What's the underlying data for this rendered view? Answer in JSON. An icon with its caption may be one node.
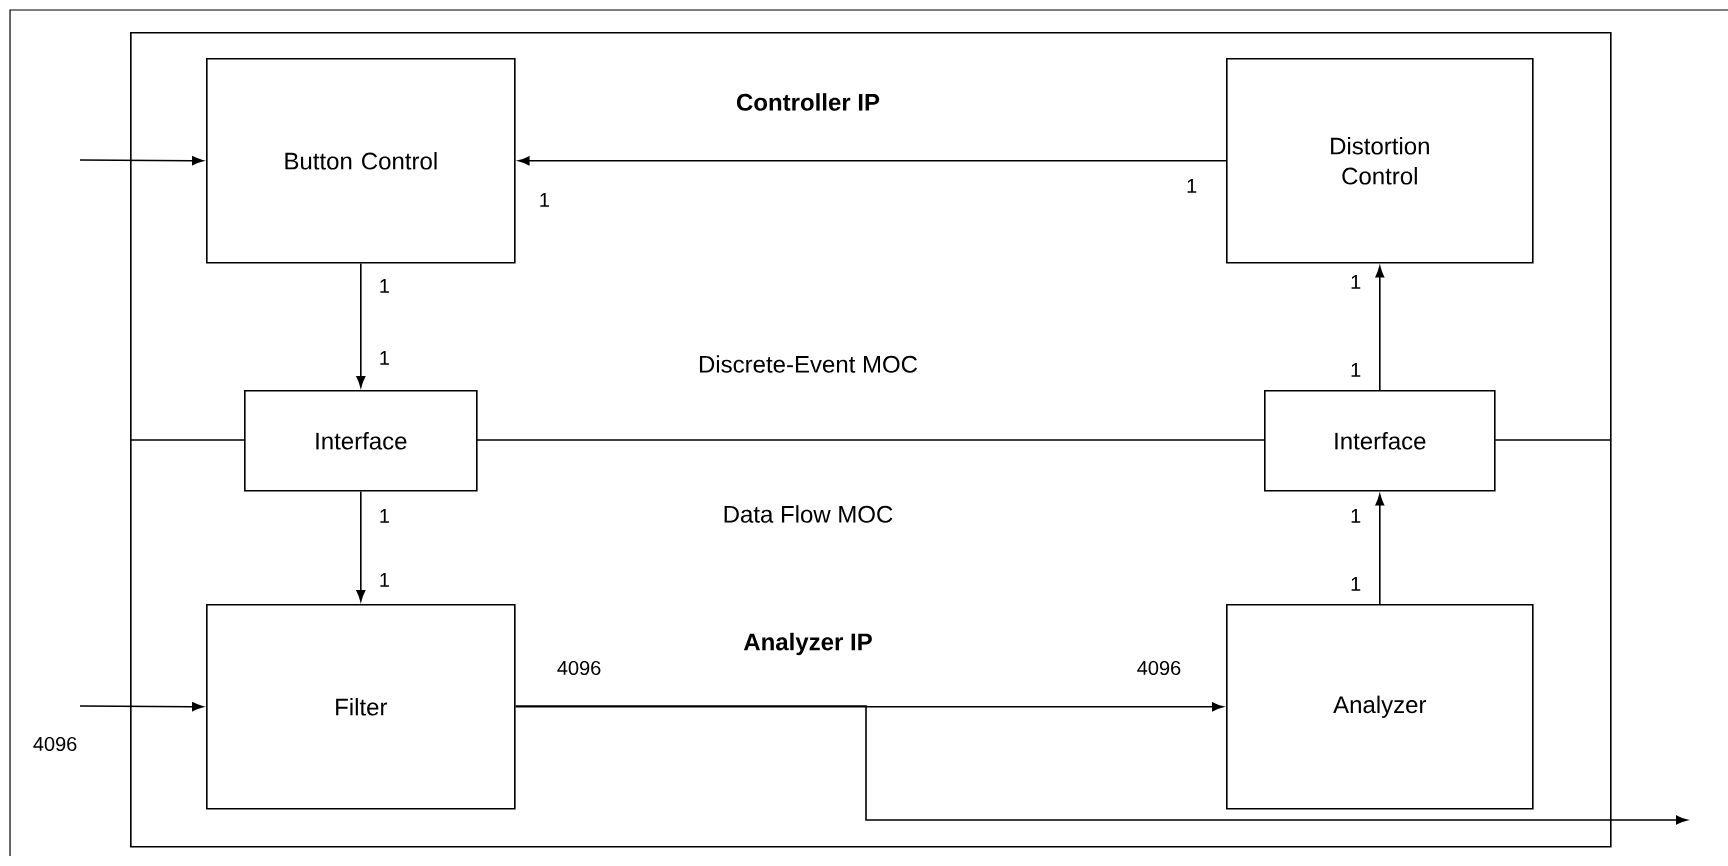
{
  "diagram": {
    "nodes": [
      {
        "text": [],
        "shape": "box"
      },
      {
        "text": [
          "Button Control"
        ],
        "in": 0
      },
      {
        "text": [
          "Distortion Control"
        ],
        "in": 0
      },
      {
        "text": [
          "Interface"
        ],
        "in": 0
      },
      {
        "text": [
          "Interface"
        ],
        "in": 0
      },
      {
        "text": [
          "Filter"
        ],
        "in": 0
      },
      {
        "text": [
          "Analyzer"
        ],
        "in": 0
      }
    ],
    "edges": [
      {
        "from": null,
        "to": 1,
        "arrow": "to"
      },
      {
        "from": 2,
        "to": 1,
        "arrow": "to"
      },
      {
        "from": 1,
        "to": 3,
        "arrow": "to"
      },
      {
        "from": 3,
        "to": 5,
        "arrow": "to"
      },
      {
        "from": 4,
        "to": 2,
        "arrow": "to"
      },
      {
        "from": 6,
        "to": 4,
        "arrow": "to"
      },
      {
        "from": null,
        "to": 5,
        "arrow": "to"
      },
      {
        "from": 5,
        "to": 6,
        "arrow": "to"
      },
      {
        "from": 5,
        "to": null,
        "arrow": "to"
      }
    ],
    "labels": [
      "Controller IP",
      "1",
      "1",
      "1",
      "1",
      "Discrete-Event MOC",
      "1",
      "1",
      "Data Flow MOC",
      "1",
      "1",
      "1",
      "1",
      "Analyzer IP",
      "4096",
      "4096",
      "4096"
    ]
  }
}
